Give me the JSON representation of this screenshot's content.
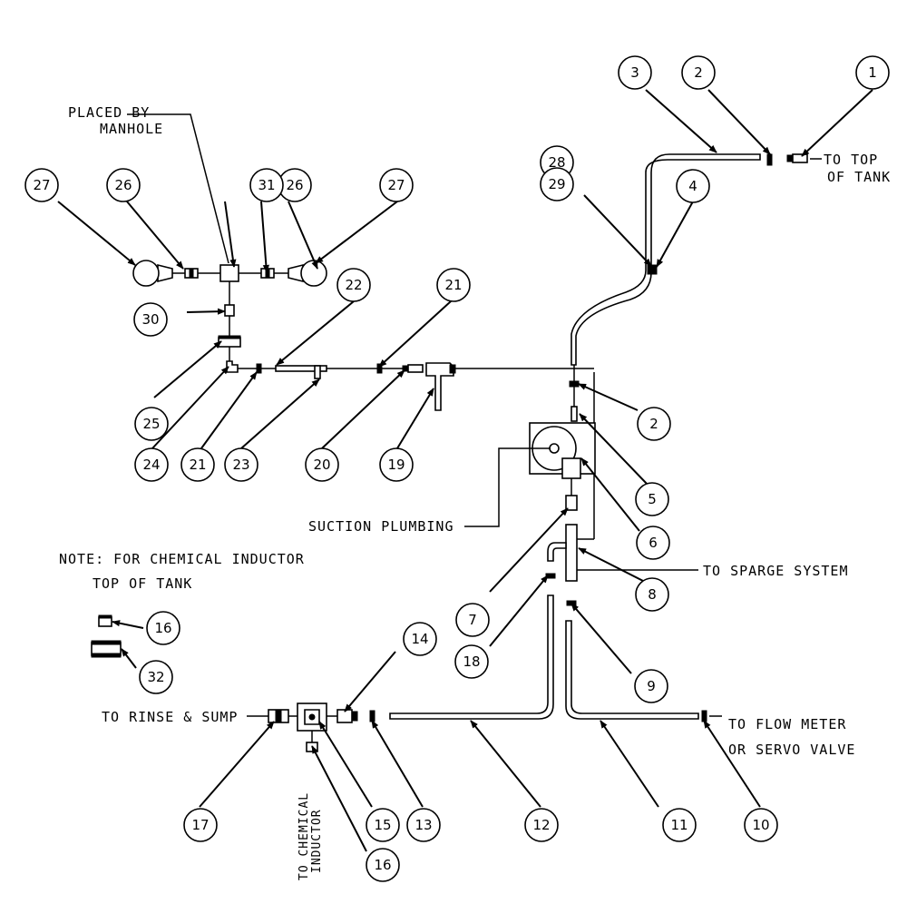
{
  "labels": {
    "placed_by_1": "PLACED BY",
    "placed_by_2": "MANHOLE",
    "to_top_1": "TO TOP",
    "to_top_2": "OF TANK",
    "suction": "SUCTION PLUMBING",
    "sparge": "TO SPARGE SYSTEM",
    "note_1": "NOTE: FOR CHEMICAL INDUCTOR",
    "note_2": "TOP OF TANK",
    "rinse": "TO RINSE & SUMP",
    "flow_1": "TO FLOW METER",
    "flow_2": "OR SERVO VALVE",
    "chem_1": "TO CHEMICAL",
    "chem_2": "INDUCTOR"
  },
  "callouts": [
    "1",
    "2",
    "3",
    "4",
    "5",
    "6",
    "7",
    "8",
    "9",
    "10",
    "11",
    "12",
    "13",
    "14",
    "15",
    "16",
    "17",
    "18",
    "19",
    "20",
    "21",
    "22",
    "23",
    "24",
    "25",
    "26",
    "27",
    "28",
    "29",
    "30",
    "31",
    "32"
  ]
}
